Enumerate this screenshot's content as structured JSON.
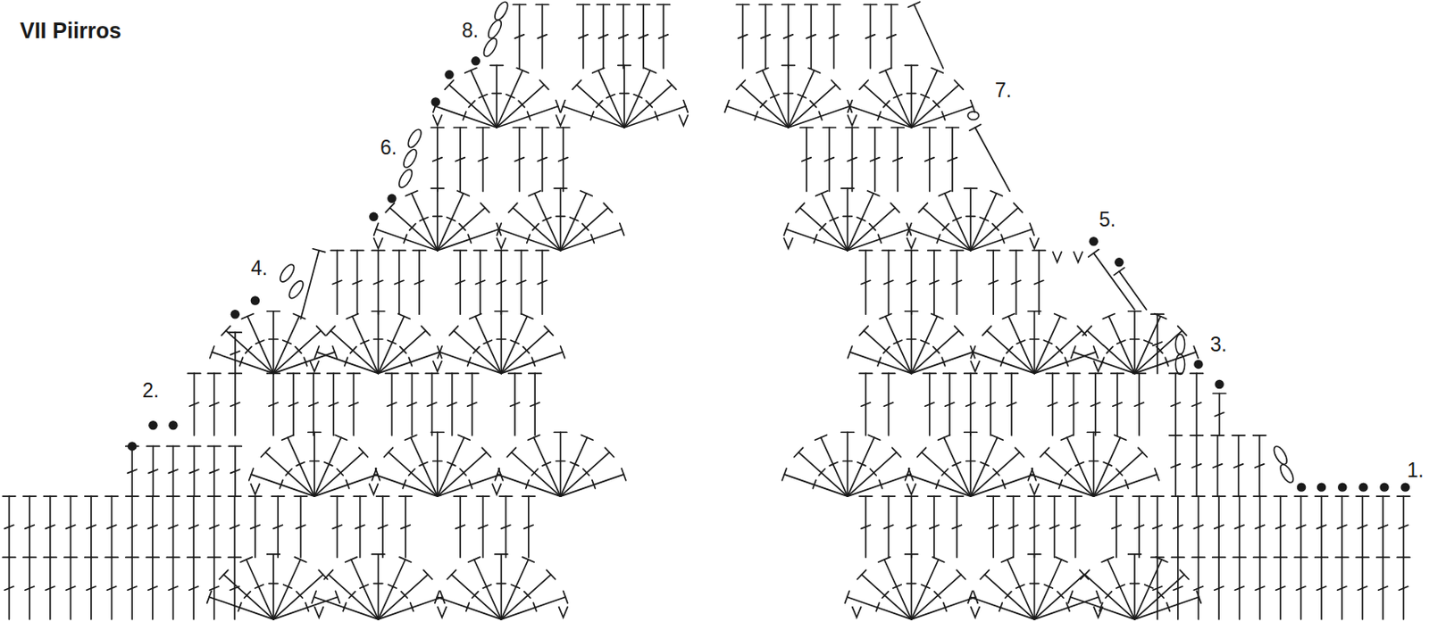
{
  "diagram": {
    "title": "VII Piirros",
    "labels": [
      "1.",
      "2.",
      "3.",
      "4.",
      "5.",
      "6.",
      "7.",
      "8."
    ]
  }
}
